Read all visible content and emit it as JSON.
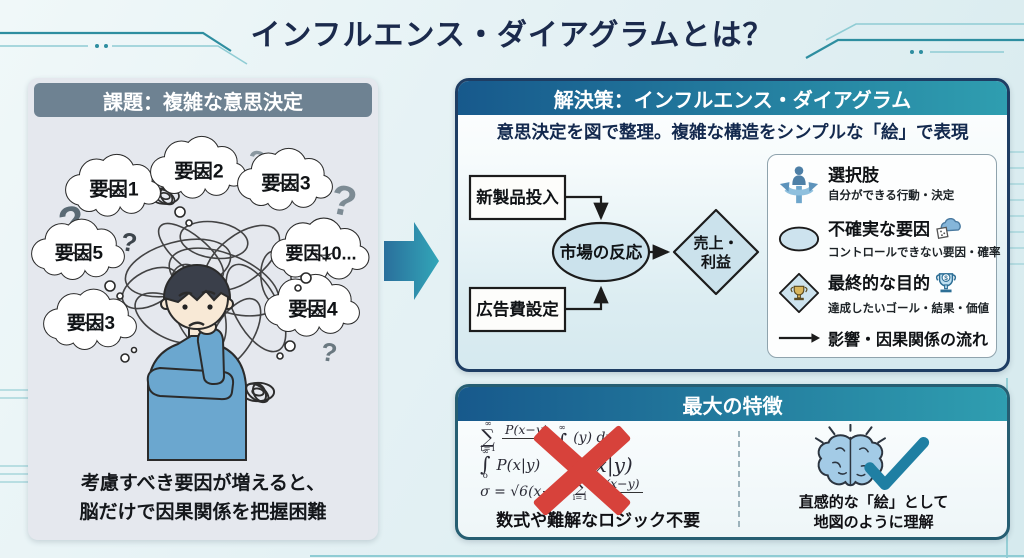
{
  "page": {
    "title": "インフルエンス・ダイアグラムとは？"
  },
  "problem_panel": {
    "header": "課題：複雑な意思決定",
    "clouds": [
      "要因1",
      "要因2",
      "要因3",
      "要因5",
      "要因10...",
      "要因3",
      "要因4"
    ],
    "question_mark": "?",
    "caption_line1": "考慮すべき要因が増えると、",
    "caption_line2": "脳だけで因果関係を把握困難"
  },
  "solution_panel": {
    "header": "解決策：インフルエンス・ダイアグラム",
    "subtitle": "意思決定を図で整理。複雑な構造をシンプルな「絵」で表現",
    "diagram": {
      "decision_node_1": "新製品投入",
      "decision_node_2": "広告費設定",
      "chance_node": "市場の反応",
      "value_node_line1": "売上・",
      "value_node_line2": "利益"
    },
    "legend": {
      "choice_title": "選択肢",
      "choice_desc": "自分ができる行動・決定",
      "uncertain_title": "不確実な要因",
      "uncertain_desc": "コントロールできない要因・確率",
      "goal_title": "最終的な目的",
      "goal_desc": "達成したいゴール・結果・価値",
      "goal_icon_symbol": "$",
      "flow_label": "影響・因果関係の流れ"
    }
  },
  "feature_panel": {
    "header": "最大の特徴",
    "left_caption": "数式や難解なロジック不要",
    "right_caption_line1": "直感的な「絵」として",
    "right_caption_line2": "地図のように理解",
    "math": {
      "sum_sym": "∑",
      "sum_sup": "∞",
      "sum_sub": "t=1",
      "frac1_num": "P(x−y)",
      "int1_sym": "∫",
      "int1_sup": "∞",
      "line1_tail": "(y) dx",
      "int2_sym": "∫",
      "int2_sup": "∞",
      "int2_sub": "o",
      "p_small": "P(x|y)",
      "p_big": "P(x|y)",
      "line3_lead": "σ = √6(x−y)",
      "sum2_sym": "∑",
      "sum2_sub": "i=1",
      "frac2_num": "P(x−y)",
      "frac2_den": "2"
    }
  },
  "colors": {
    "accent_teal": "#2e8ea0",
    "header_gradient_start": "#17598c",
    "header_gradient_end": "#2f9eb0",
    "panel_border_navy": "#1e3d63",
    "panel_border_teal": "#265e72",
    "gray_header": "#6e8292",
    "node_fill": "#cbe2ec",
    "person_blue": "#6ba7cf",
    "red_x": "#d7423b",
    "check_teal": "#1f7fa3"
  }
}
